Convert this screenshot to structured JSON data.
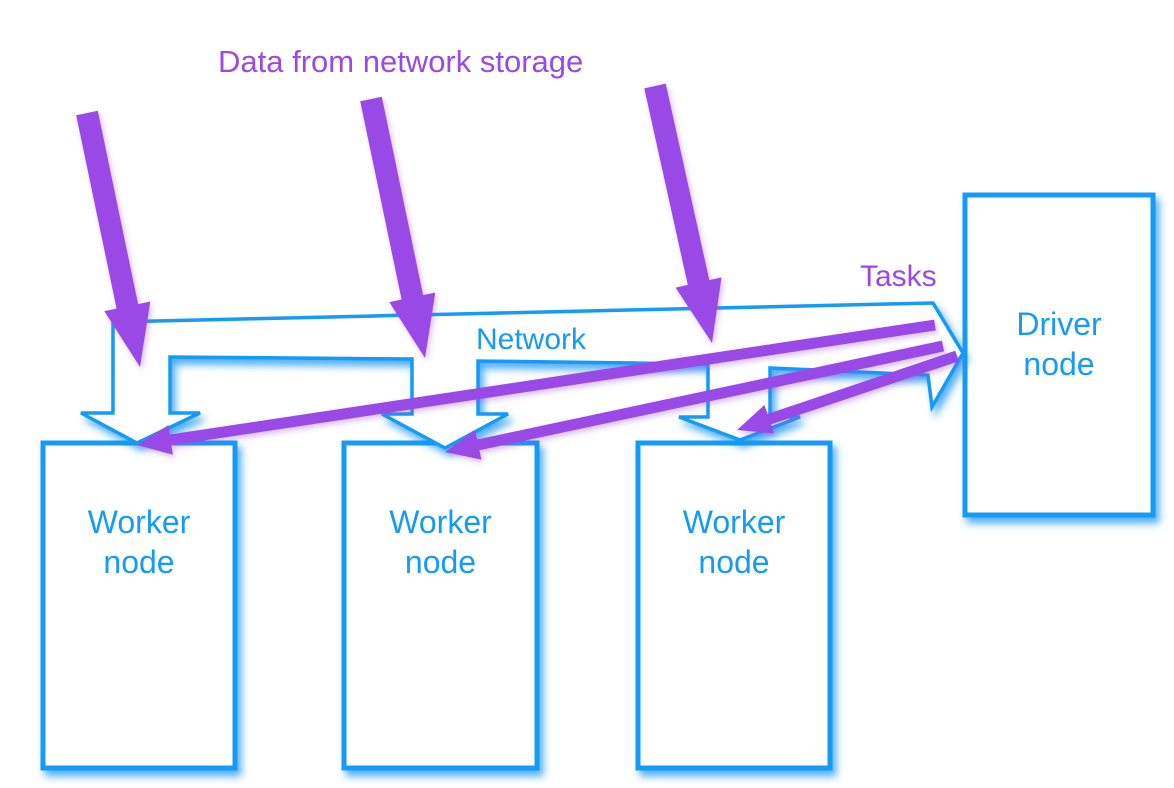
{
  "title": "Data from network storage",
  "annotations": {
    "tasks": "Tasks",
    "network": "Network"
  },
  "nodes": {
    "workers": [
      {
        "label": "Worker\nnode"
      },
      {
        "label": "Worker\nnode"
      },
      {
        "label": "Worker\nnode"
      }
    ],
    "driver": {
      "label": "Driver\nnode"
    }
  },
  "arrows": {
    "data_arrows_count": 3,
    "task_arrows_count": 3
  },
  "colors": {
    "blue": "#169bf4",
    "purple": "#9949e6",
    "background": "#ffffff"
  }
}
